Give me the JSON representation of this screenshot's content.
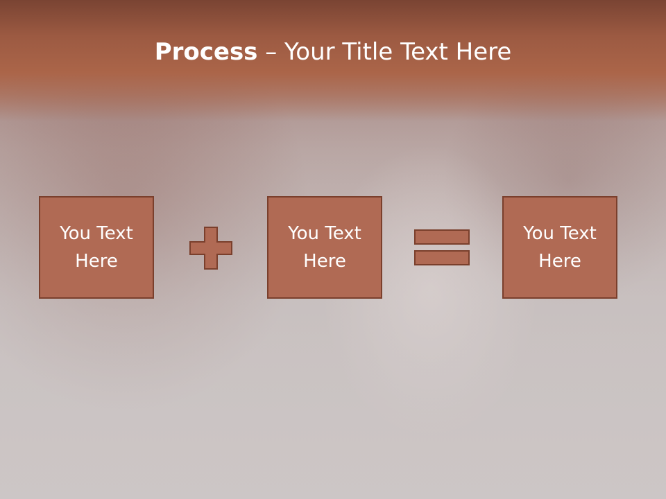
{
  "title": {
    "bold": "Process",
    "rest": " – Your Title Text Here"
  },
  "boxes": [
    {
      "text": "You Text Here"
    },
    {
      "text": "You Text Here"
    },
    {
      "text": "You Text Here"
    }
  ],
  "operators": [
    "plus-icon",
    "equals-icon"
  ],
  "colors": {
    "banner": "#a8624a",
    "box_fill": "#b06a54",
    "box_border": "#7a3f2c",
    "text": "#ffffff"
  }
}
